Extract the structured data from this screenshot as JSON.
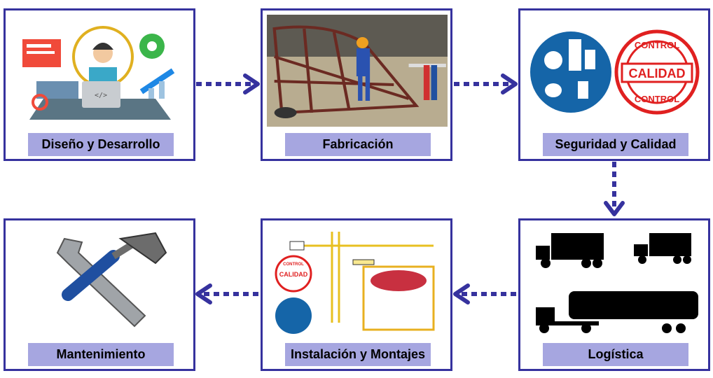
{
  "steps": [
    {
      "label": "Diseño y Desarrollo",
      "icon": "designer-laptop-icon"
    },
    {
      "label": "Fabricación",
      "icon": "welder-frame-icon"
    },
    {
      "label": "Seguridad y Calidad",
      "icon": "safety-quality-icon"
    },
    {
      "label": "Logística",
      "icon": "trucks-icon"
    },
    {
      "label": "Instalación y Montajes",
      "icon": "crane-plant-icon"
    },
    {
      "label": "Mantenimiento",
      "icon": "wrench-hammer-icon"
    }
  ],
  "stamp": {
    "top": "CONTROL",
    "middle": "CALIDAD",
    "bottom": "CONTROL"
  },
  "colors": {
    "border": "#36329e",
    "label_bg": "#a6a6e0",
    "arrow": "#36329e"
  }
}
